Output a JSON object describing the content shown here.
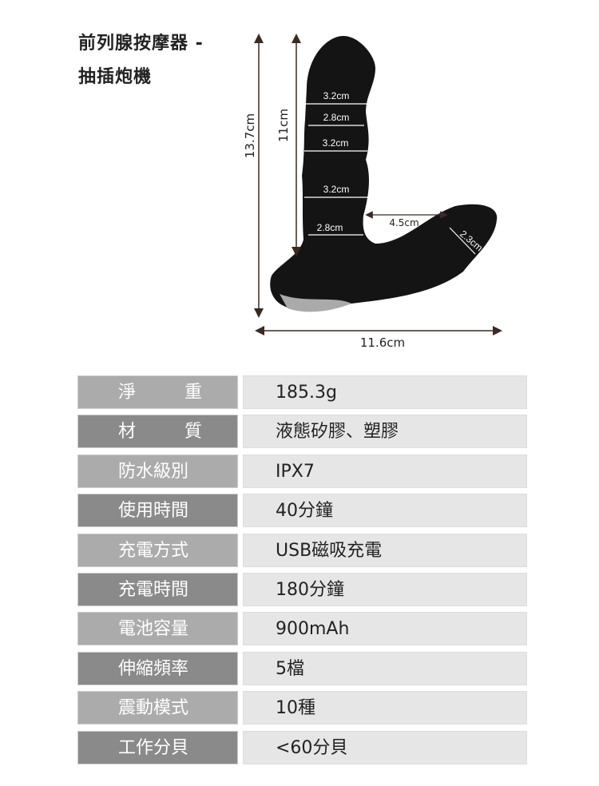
{
  "title_lines": [
    "前列腺按摩器 -",
    "抽插炮機"
  ],
  "dimensions": {
    "total_height": "13.7cm",
    "shaft_length": "11cm",
    "total_width": "11.6cm",
    "widths": [
      "3.2cm",
      "2.8cm",
      "3.2cm",
      "3.2cm",
      "2.8cm"
    ],
    "gap": "4.5cm",
    "head_width": "2.3cm"
  },
  "specs": [
    {
      "label": [
        "淨",
        "重"
      ],
      "value": "185.3g"
    },
    {
      "label": [
        "材",
        "質"
      ],
      "value": "液態矽膠、塑膠"
    },
    {
      "label": [
        "防水級別"
      ],
      "value": "IPX7"
    },
    {
      "label": [
        "使用時間"
      ],
      "value": "40分鐘"
    },
    {
      "label": [
        "充電方式"
      ],
      "value": "USB磁吸充電"
    },
    {
      "label": [
        "充電時間"
      ],
      "value": "180分鐘"
    },
    {
      "label": [
        "電池容量"
      ],
      "value": "900mAh"
    },
    {
      "label": [
        "伸縮頻率"
      ],
      "value": "5檔"
    },
    {
      "label": [
        "震動模式"
      ],
      "value": "10種"
    },
    {
      "label": [
        "工作分貝"
      ],
      "value": "<60分貝"
    }
  ],
  "colors": {
    "label_light": "#ababab",
    "label_dark": "#8a8a8a",
    "value_bg": "#e6e6e6",
    "arrow": "#3a2a22"
  }
}
